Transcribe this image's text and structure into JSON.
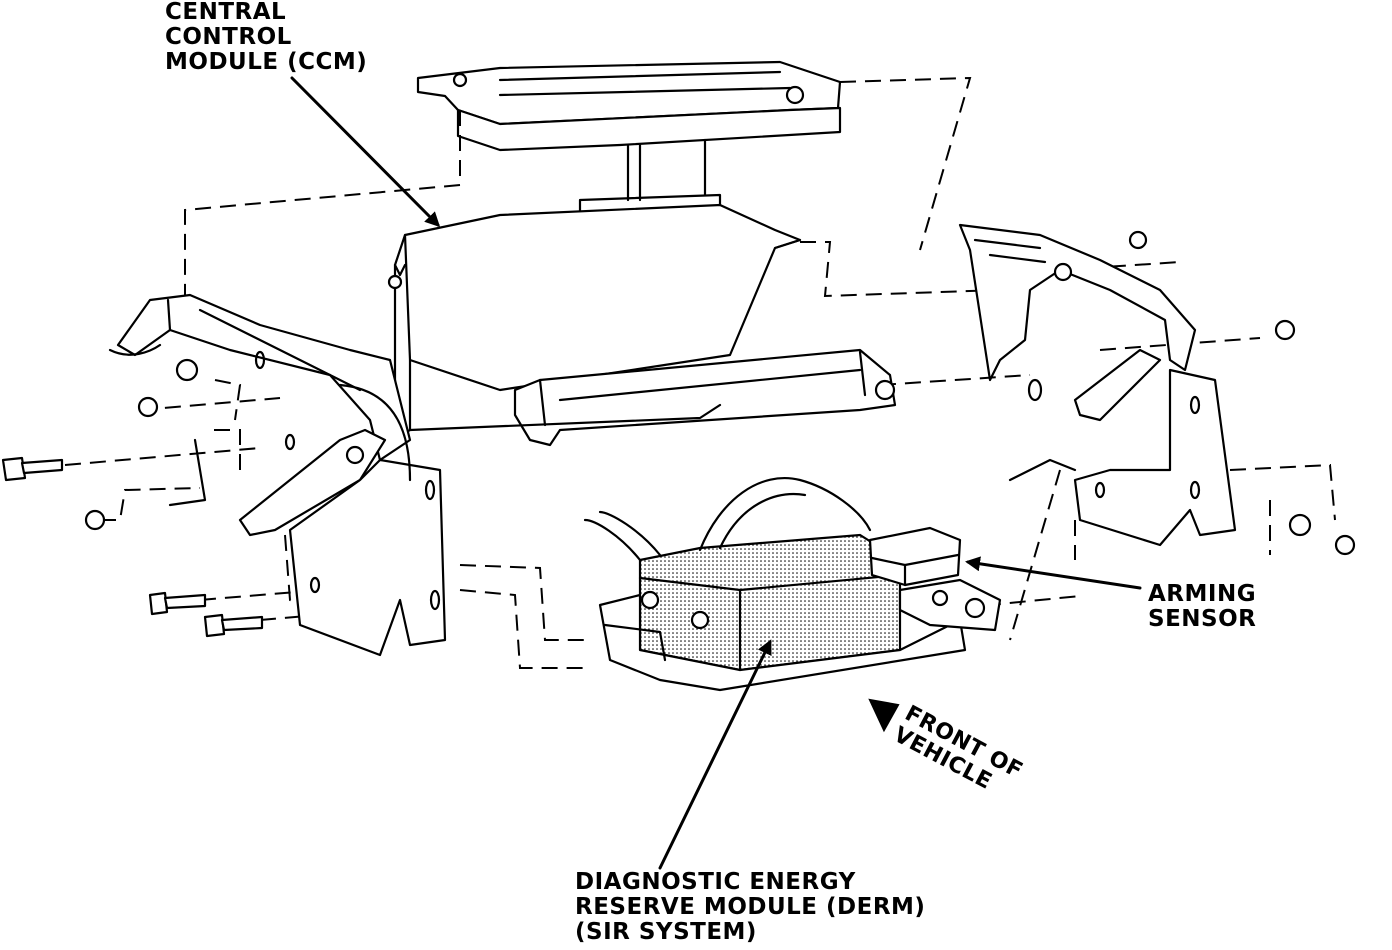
{
  "labels": {
    "ccm": [
      "CENTRAL",
      "CONTROL",
      "MODULE (CCM)"
    ],
    "arming": [
      "ARMING",
      "SENSOR"
    ],
    "front": [
      "FRONT OF",
      "VEHICLE"
    ],
    "derm": [
      "DIAGNOSTIC ENERGY",
      "RESERVE MODULE (DERM)",
      "(SIR SYSTEM)"
    ]
  },
  "colors": {
    "ink": "#000000",
    "paper": "#ffffff"
  }
}
